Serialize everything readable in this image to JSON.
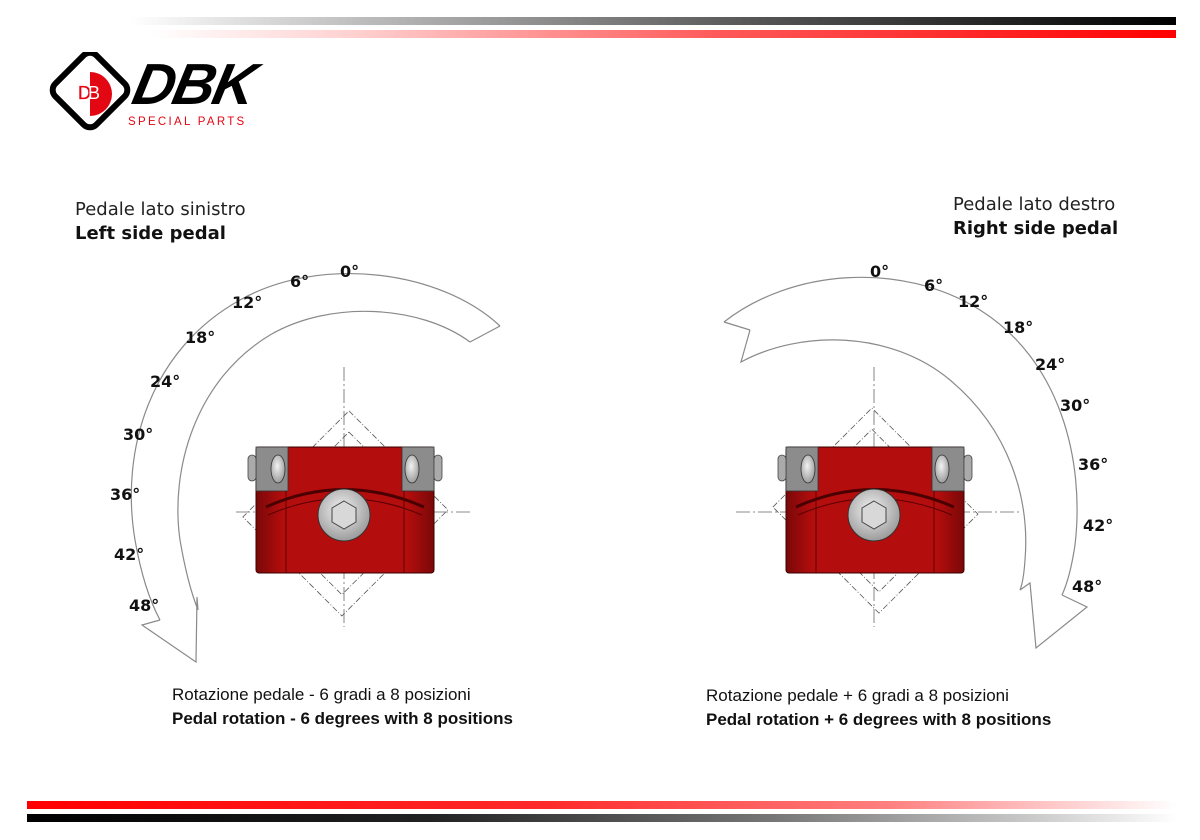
{
  "brand": {
    "logo_mark": "DB",
    "name": "DBK",
    "tagline": "SPECIAL PARTS",
    "colors": {
      "red": "#e30613",
      "black": "#000000"
    }
  },
  "left_panel": {
    "title_it": "Pedale lato sinistro",
    "title_en": "Left side pedal",
    "angles": [
      "0°",
      "6°",
      "12°",
      "18°",
      "24°",
      "30°",
      "36°",
      "42°",
      "48°"
    ],
    "caption_it": "Rotazione pedale - 6 gradi a 8 posizioni",
    "caption_en": "Pedal rotation - 6 degrees with 8 positions"
  },
  "right_panel": {
    "title_it": "Pedale lato destro",
    "title_en": "Right side pedal",
    "angles": [
      "0°",
      "6°",
      "12°",
      "18°",
      "24°",
      "30°",
      "36°",
      "42°",
      "48°"
    ],
    "caption_it": "Rotazione pedale + 6 gradi a 8 posizioni",
    "caption_en": "Pedal rotation + 6 degrees with 8 positions"
  },
  "colors": {
    "part_red": "#b30d0d",
    "part_gray": "#8c8c8c",
    "arrow_stroke": "#8a8a8a"
  }
}
